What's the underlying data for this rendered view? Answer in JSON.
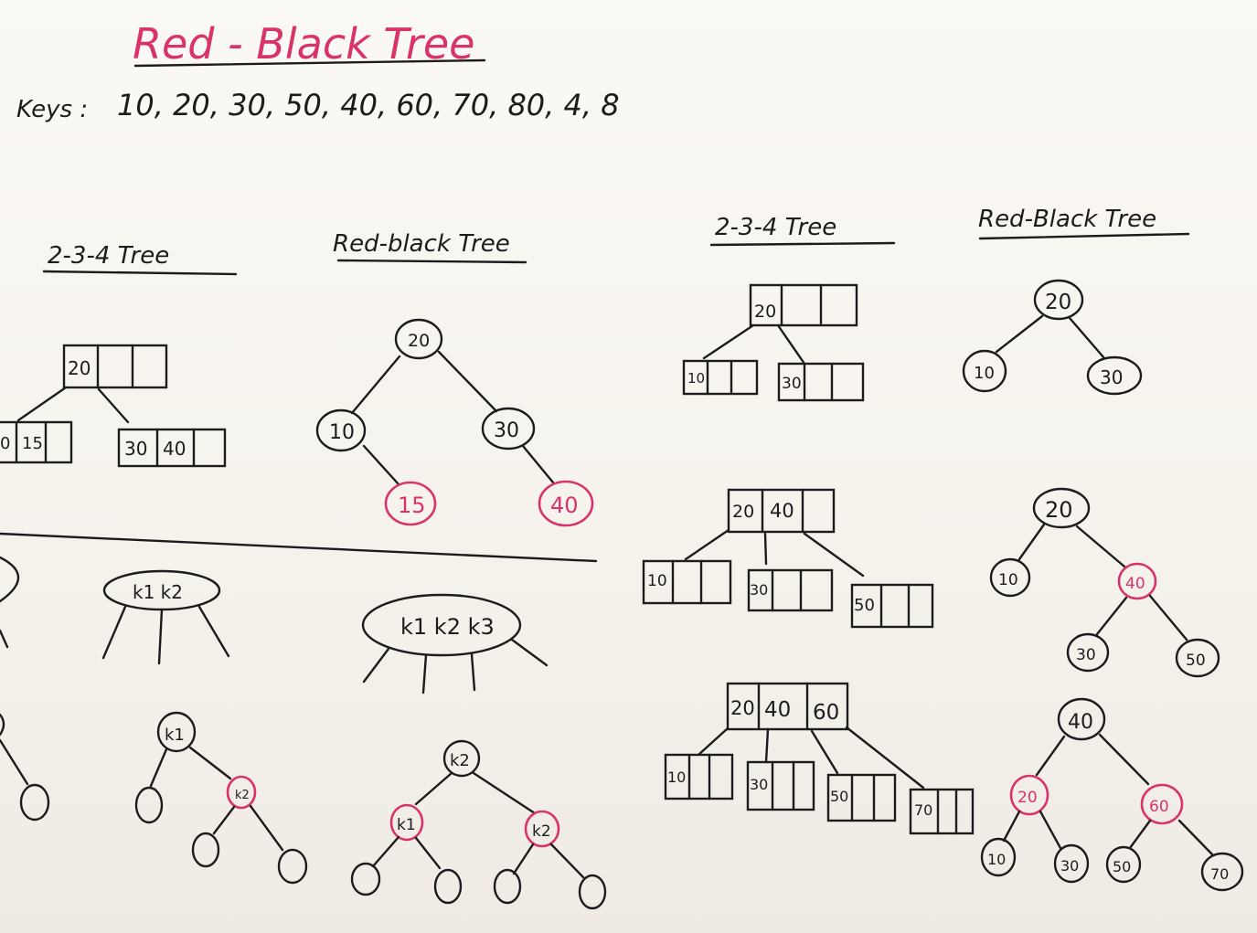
{
  "title": "Red - Black Tree",
  "keys_label": "Keys :",
  "keys": "10, 20, 30, 50, 40, 60, 70, 80, 4, 8",
  "colors": {
    "ink": "#1c1c1c",
    "red": "#d9336b",
    "board": "#f7f4ef"
  },
  "left": {
    "heading_234": "2-3-4 Tree",
    "heading_rb": "Red-black Tree",
    "tree234": {
      "root": [
        "20",
        "",
        ""
      ],
      "leaves": [
        [
          "0",
          "15",
          ""
        ],
        [
          "30",
          "40",
          ""
        ]
      ]
    },
    "rbtree": {
      "root": "20",
      "left": "10",
      "right": "30",
      "left_child": "15",
      "right_child": "40"
    },
    "generic": {
      "node2": "k1 k2",
      "node3": "k1 k2 k3",
      "rb2": {
        "top": "k1",
        "red": "k2"
      },
      "rb3": {
        "top": "k2",
        "red_left": "k1",
        "red_right": "k2"
      }
    }
  },
  "right": {
    "heading_234": "2-3-4 Tree",
    "heading_rb": "Red-Black Tree",
    "steps": [
      {
        "node234_root": [
          "20",
          "",
          ""
        ],
        "node234_leaves": [
          [
            "10",
            "",
            ""
          ],
          [
            "30",
            "",
            ""
          ]
        ],
        "rb": {
          "root": "20",
          "left": "10",
          "right": "30"
        }
      },
      {
        "node234_root": [
          "20",
          "40",
          ""
        ],
        "node234_leaves": [
          [
            "10",
            "",
            ""
          ],
          [
            "30",
            "",
            ""
          ],
          [
            "50",
            "",
            ""
          ]
        ],
        "rb": {
          "root": "20",
          "left": "10",
          "right": "40",
          "right_left": "30",
          "right_right": "50"
        }
      },
      {
        "node234_root": [
          "20",
          "40",
          "60"
        ],
        "node234_leaves": [
          [
            "10",
            "",
            ""
          ],
          [
            "30",
            "",
            ""
          ],
          [
            "50",
            "",
            ""
          ],
          [
            "70",
            "",
            ""
          ]
        ],
        "rb": {
          "root": "40",
          "left": "20",
          "right": "60",
          "ll": "10",
          "lr": "30",
          "rl": "50",
          "rr": "70"
        }
      }
    ]
  }
}
